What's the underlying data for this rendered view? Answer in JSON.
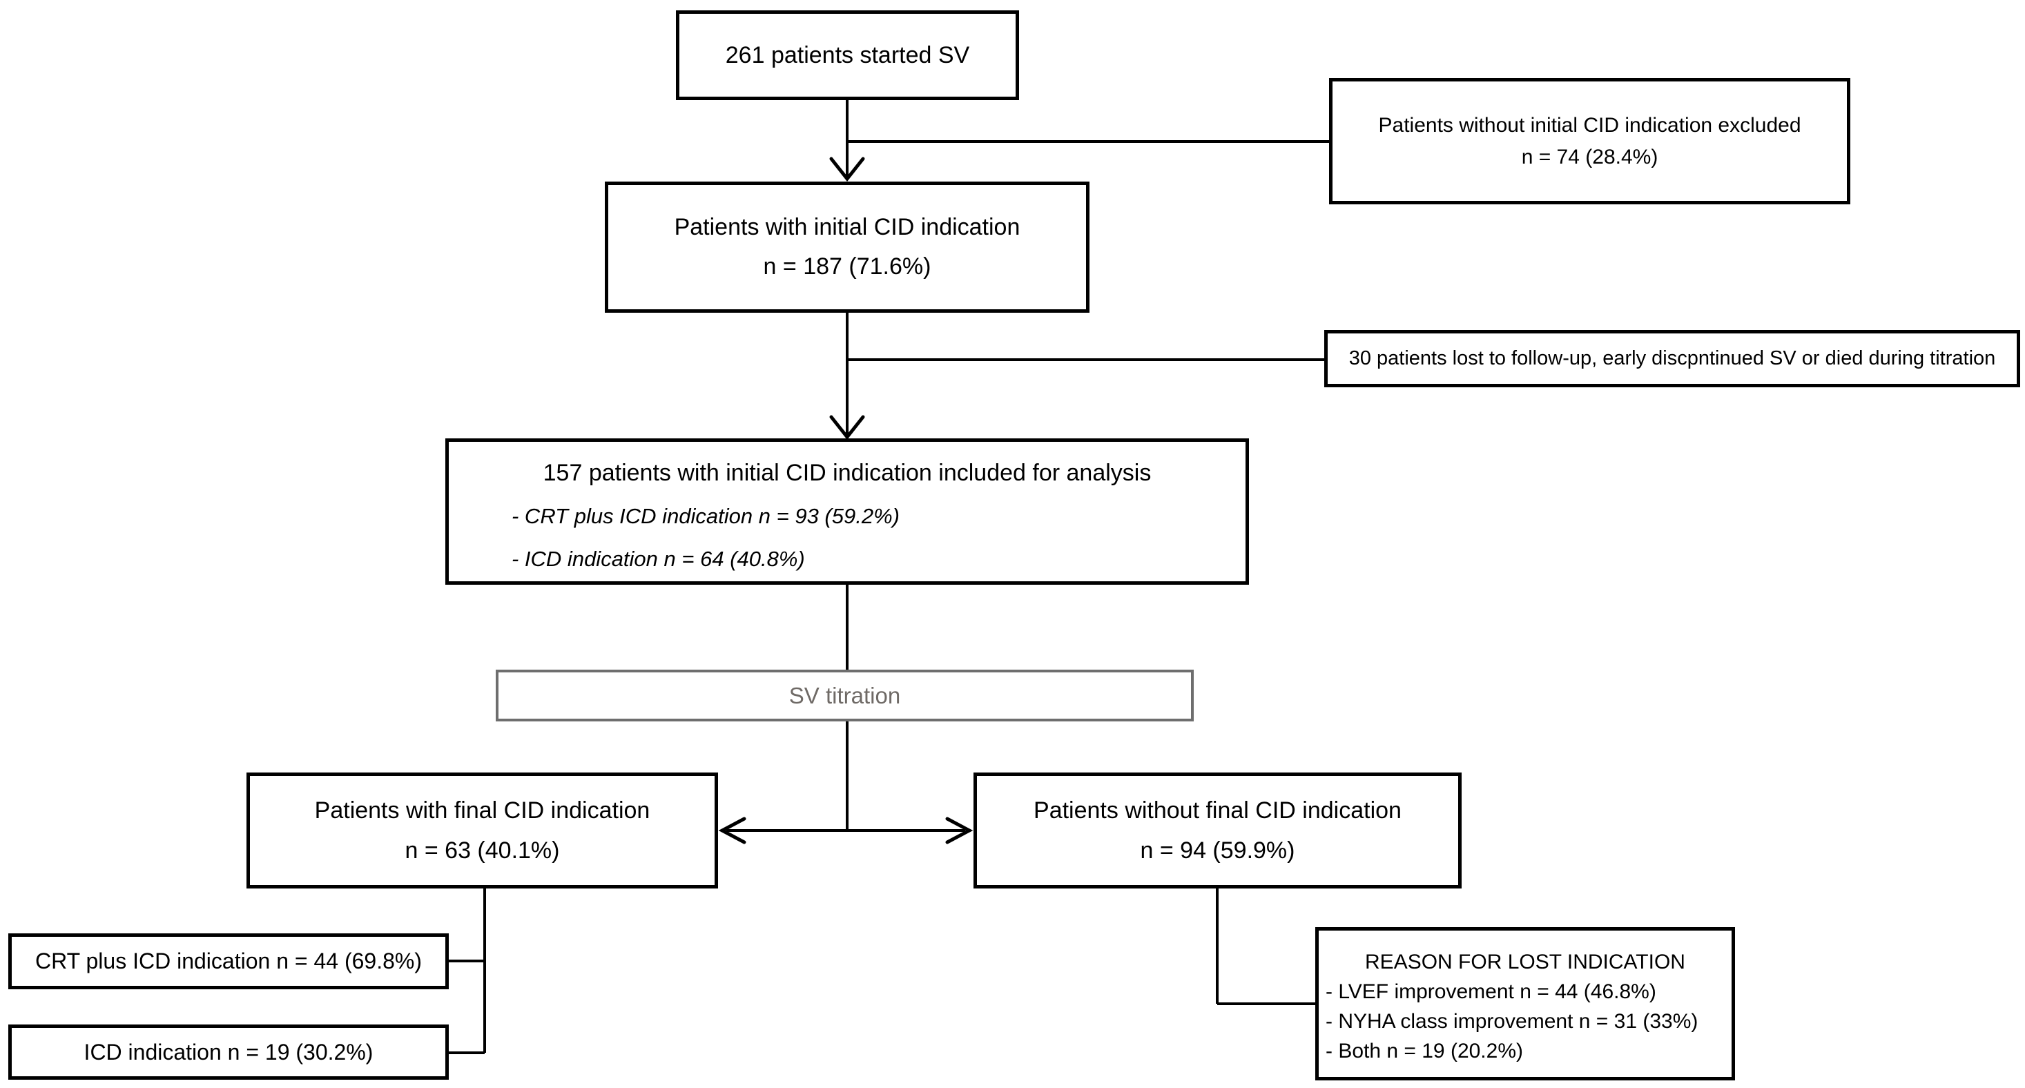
{
  "diagram": {
    "type": "patient-flow-chart",
    "colors": {
      "background": "#ffffff",
      "line": "#000000",
      "box_border": "#000000",
      "titration_border": "#6e6e6e",
      "titration_text": "#6f6a66"
    },
    "boxes": {
      "started": {
        "line1": "261 patients started SV"
      },
      "excluded": {
        "line1": "Patients without initial CID indication excluded",
        "line2": "n = 74 (28.4%)"
      },
      "initial": {
        "line1": "Patients with initial CID indication",
        "line2": "n = 187 (71.6%)"
      },
      "lost_followup": {
        "line1": "30 patients lost to follow-up, early discpntinued SV or died during titration"
      },
      "analysis": {
        "title": "157 patients with initial CID indication included for analysis",
        "bullets": [
          "- CRT plus ICD indication n = 93 (59.2%)",
          "- ICD indication n = 64 (40.8%)"
        ]
      },
      "titration": {
        "label": "SV titration"
      },
      "final_with": {
        "line1": "Patients with final CID indication",
        "line2": "n = 63 (40.1%)"
      },
      "final_without": {
        "line1": "Patients without final CID indication",
        "line2": "n = 94 (59.9%)"
      },
      "crt_subgroup": {
        "line1": "CRT plus ICD indication n = 44 (69.8%)"
      },
      "icd_subgroup": {
        "line1": "ICD indication n = 19 (30.2%)"
      },
      "reason": {
        "title": "REASON FOR LOST INDICATION",
        "bullets": [
          "- LVEF improvement n = 44 (46.8%)",
          "- NYHA class improvement n = 31 (33%)",
          "- Both n = 19 (20.2%)"
        ]
      }
    }
  }
}
